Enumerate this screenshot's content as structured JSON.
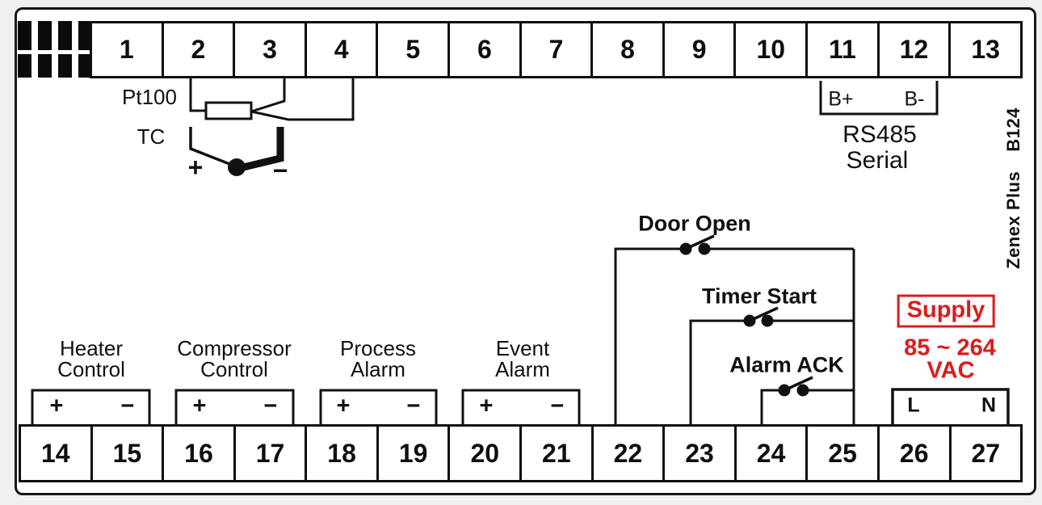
{
  "diagram": {
    "branding": {
      "model_name": "Zenex Plus",
      "model_code": "B124"
    },
    "colors": {
      "accent_red": "#dc1c1c",
      "line_black": "#111111"
    },
    "top_strip": {
      "terminals": [
        "1",
        "2",
        "3",
        "4",
        "5",
        "6",
        "7",
        "8",
        "9",
        "10",
        "11",
        "12",
        "13"
      ]
    },
    "bottom_strip": {
      "terminals": [
        "14",
        "15",
        "16",
        "17",
        "18",
        "19",
        "20",
        "21",
        "22",
        "23",
        "24",
        "25",
        "26",
        "27"
      ]
    },
    "sensors": {
      "pt100_label": "Pt100",
      "tc_label": "TC",
      "tc_plus": "+",
      "tc_minus": "−"
    },
    "rs485": {
      "b_plus": "B+",
      "b_minus": "B-",
      "name": "RS485",
      "type": "Serial"
    },
    "digital_inputs": {
      "door_open": "Door Open",
      "timer_start": "Timer Start",
      "alarm_ack": "Alarm ACK"
    },
    "outputs": [
      {
        "line1": "Heater",
        "line2": "Control",
        "plus": "+",
        "minus": "−"
      },
      {
        "line1": "Compressor",
        "line2": "Control",
        "plus": "+",
        "minus": "−"
      },
      {
        "line1": "Process",
        "line2": "Alarm",
        "plus": "+",
        "minus": "−"
      },
      {
        "line1": "Event",
        "line2": "Alarm",
        "plus": "+",
        "minus": "−"
      }
    ],
    "supply": {
      "label": "Supply",
      "range": "85 ~ 264",
      "unit": "VAC",
      "line": "L",
      "neutral": "N"
    }
  }
}
